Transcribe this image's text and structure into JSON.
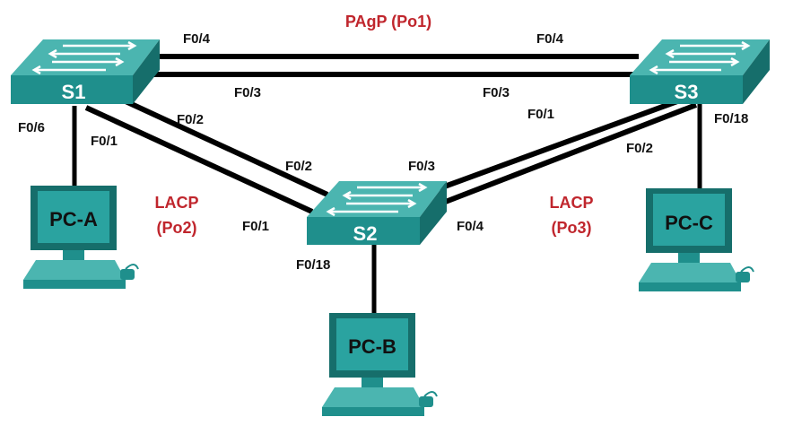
{
  "colors": {
    "link": "#000000",
    "group_label": "#c0262d",
    "device_body": "#1f8f8c",
    "device_top": "#4bb5b0",
    "device_dark": "#166e6b",
    "screen": "#2aa3a0"
  },
  "switches": {
    "s1": {
      "name": "S1",
      "icon": "switch-icon"
    },
    "s2": {
      "name": "S2",
      "icon": "switch-icon"
    },
    "s3": {
      "name": "S3",
      "icon": "switch-icon"
    }
  },
  "pcs": {
    "pca": {
      "name": "PC-A",
      "icon": "pc-icon"
    },
    "pcb": {
      "name": "PC-B",
      "icon": "pc-icon"
    },
    "pcc": {
      "name": "PC-C",
      "icon": "pc-icon"
    }
  },
  "groups": {
    "po1": "PAgP (Po1)",
    "po2_line1": "LACP",
    "po2_line2": "(Po2)",
    "po3_line1": "LACP",
    "po3_line2": "(Po3)"
  },
  "ports": {
    "s1_f04": "F0/4",
    "s1_f03": "F0/3",
    "s1_f02": "F0/2",
    "s1_f01": "F0/1",
    "s1_f06": "F0/6",
    "s3_f04": "F0/4",
    "s3_f03": "F0/3",
    "s3_f01": "F0/1",
    "s3_f02": "F0/2",
    "s3_f018": "F0/18",
    "s2_f02": "F0/2",
    "s2_f01": "F0/1",
    "s2_f03": "F0/3",
    "s2_f04": "F0/4",
    "s2_f018": "F0/18"
  }
}
